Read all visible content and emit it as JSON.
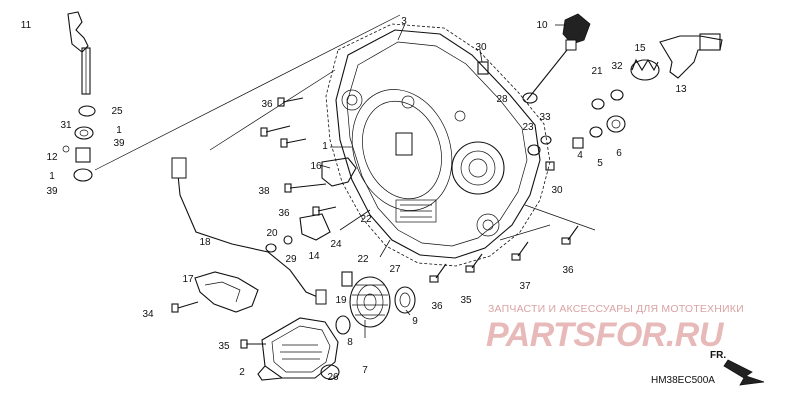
{
  "diagram": {
    "callouts": [
      "11",
      "3",
      "10",
      "30",
      "15",
      "32",
      "21",
      "13",
      "25",
      "36",
      "28",
      "31",
      "1",
      "39",
      "23",
      "33",
      "12",
      "4",
      "5",
      "6",
      "16",
      "1",
      "39",
      "38",
      "30",
      "36",
      "22",
      "20",
      "24",
      "18",
      "14",
      "22",
      "27",
      "19",
      "29",
      "17",
      "8",
      "9",
      "36",
      "35",
      "37",
      "36",
      "34",
      "35",
      "2",
      "26",
      "7",
      "1"
    ],
    "diagram_code": "HM38EC500A",
    "direction_label": "FR."
  },
  "watermark": {
    "top_text": "ЗАПЧАСТИ И АКСЕССУАРЫ ДЛЯ МОТОТЕХНИКИ",
    "brand_text": "PARTSFOR.RU",
    "color": "#e8b9b9"
  }
}
